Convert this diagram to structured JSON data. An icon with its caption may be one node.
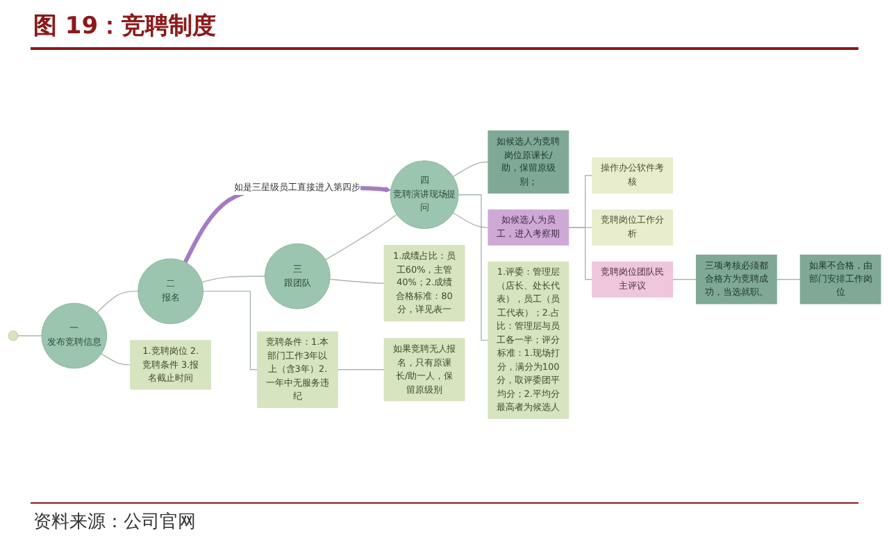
{
  "diagram": {
    "title": "图 19：竞聘制度",
    "nodes": [
      {
        "text": [],
        "shape": "circle"
      },
      {
        "text": [
          "一",
          "发布竞聘信息"
        ]
      },
      {
        "text": [
          "二",
          "报名"
        ]
      },
      {
        "text": [
          "三",
          "跟团队"
        ]
      },
      {
        "text": [
          "四",
          "竞聘演讲现场提问"
        ]
      },
      {
        "text": [
          "1.竞聘岗位 2.竞聘条件 3.报名截止时间"
        ]
      },
      {
        "text": [
          "1.成绩占比：员工60%，主管40%；2.成绩合格标准：80分，详见表一"
        ]
      },
      {
        "text": [
          "如候选人为竞聘岗位原课长/助，保留原级别；"
        ]
      },
      {
        "text": [
          "如候选人为员工，进入考察期"
        ]
      },
      {
        "text": [
          "操作办公软件考核"
        ]
      },
      {
        "text": [
          "竞聘岗位工作分析"
        ]
      },
      {
        "text": [
          "竞聘岗位团队民主评议"
        ]
      },
      {
        "text": [
          "三项考核必须都合格方为竞聘成功，当选就职。"
        ]
      },
      {
        "text": [
          "如果不合格，由部门安排工作岗位"
        ]
      },
      {
        "text": [
          "1.评委：管理层（店长、处长代表），员工（员工代表）；2.占比：管理层与员工各一半；评分标准：1.现场打分，满分为100分，取评委团平均分；2.平均分最高者为候选人"
        ]
      },
      {
        "text": [
          "竞聘条件：1.本部门工作3年以上（含3年）2.一年中无服务违纪"
        ]
      },
      {
        "text": [
          "如果竞聘无人报名，只有原课长/助一人，保留原级别"
        ]
      }
    ],
    "edges": [
      {
        "from": 0,
        "to": 1,
        "arrow": "none"
      },
      {
        "from": 1,
        "to": 5,
        "arrow": "none"
      },
      {
        "from": 1,
        "to": 2,
        "arrow": "none"
      },
      {
        "from": 2,
        "to": 3,
        "arrow": "none"
      },
      {
        "from": 2,
        "to": 15,
        "arrow": "none"
      },
      {
        "from": 3,
        "to": 6,
        "arrow": "none"
      },
      {
        "from": 3,
        "to": 4,
        "arrow": "none"
      },
      {
        "from": 4,
        "to": 14,
        "arrow": "none"
      },
      {
        "from": 4,
        "to": 7,
        "arrow": "none"
      },
      {
        "from": 4,
        "to": 8,
        "arrow": "none"
      },
      {
        "from": 8,
        "to": 9,
        "arrow": "none"
      },
      {
        "from": 8,
        "to": 10,
        "arrow": "none"
      },
      {
        "from": 8,
        "to": 11,
        "arrow": "none"
      },
      {
        "from": 11,
        "to": 12,
        "arrow": "none"
      },
      {
        "from": 12,
        "to": 13,
        "arrow": "none"
      },
      {
        "from": 15,
        "to": 16,
        "arrow": "none"
      },
      {
        "from": 2,
        "to": 4,
        "arrow": "to",
        "label": "如是三星级员工直接进入第四步",
        "style": "thick",
        "color": "#a57bc4"
      }
    ],
    "caption": "资料来源：公司官网"
  }
}
